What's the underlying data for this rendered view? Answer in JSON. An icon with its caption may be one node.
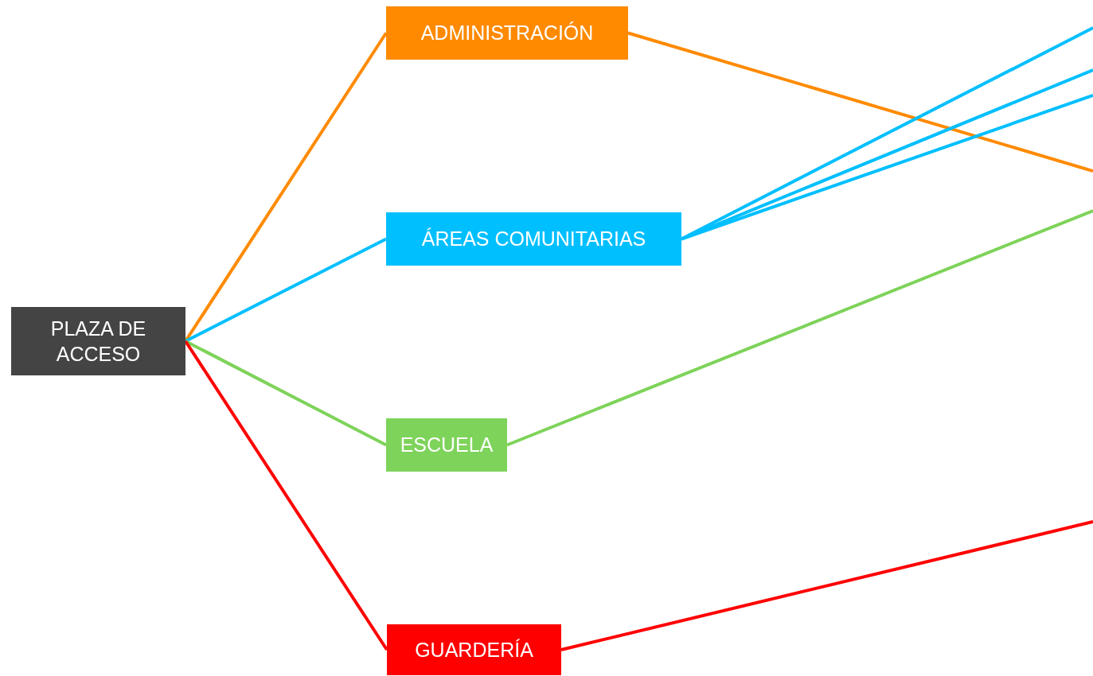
{
  "diagram": {
    "nodes": [
      {
        "text": [
          "PLAZA DE ACCESO"
        ]
      },
      {
        "text": [
          "ADMINISTRACIÓN"
        ]
      },
      {
        "text": [
          "ÁREAS COMUNITARIAS"
        ]
      },
      {
        "text": [
          "ESCUELA"
        ]
      },
      {
        "text": [
          "GUARDERÍA"
        ]
      }
    ],
    "edges": [
      {
        "from": 0,
        "to": 1,
        "arrow": "none",
        "color": "#ff8a00"
      },
      {
        "from": 0,
        "to": 2,
        "arrow": "none",
        "color": "#00bfff"
      },
      {
        "from": 0,
        "to": 3,
        "arrow": "none",
        "color": "#7ed35a"
      },
      {
        "from": 0,
        "to": 4,
        "arrow": "none",
        "color": "#ff0000"
      },
      {
        "from": 1,
        "to": null,
        "arrow": "none",
        "color": "#ff8a00"
      },
      {
        "from": 2,
        "to": null,
        "arrow": "none",
        "color": "#00bfff"
      },
      {
        "from": 2,
        "to": null,
        "arrow": "none",
        "color": "#00bfff"
      },
      {
        "from": 2,
        "to": null,
        "arrow": "none",
        "color": "#00bfff"
      },
      {
        "from": 3,
        "to": null,
        "arrow": "none",
        "color": "#7ed35a"
      },
      {
        "from": 4,
        "to": null,
        "arrow": "none",
        "color": "#ff0000"
      }
    ]
  }
}
